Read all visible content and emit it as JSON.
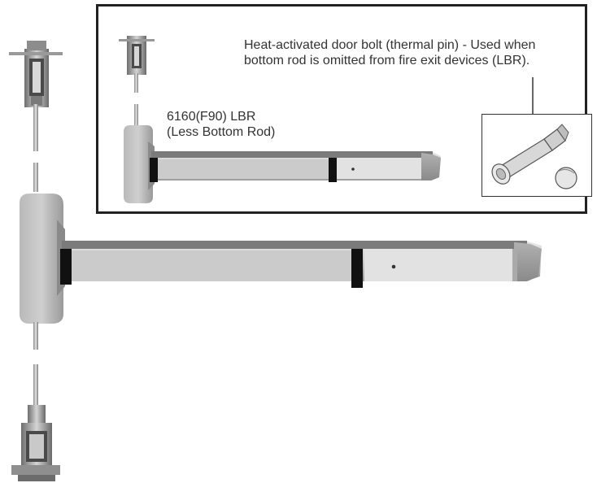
{
  "inset": {
    "thermal_pin_caption_line1": "Heat-activated door bolt (thermal pin) - Used when",
    "thermal_pin_caption_line2": "bottom rod is omitted from fire exit devices (LBR).",
    "model_line1": "6160(F90) LBR",
    "model_line2": "(Less Bottom Rod)"
  },
  "colors": {
    "frame": "#222222",
    "bar_silver": "#c9c9c9",
    "end_cap_gray": "#9a9a9a",
    "black_trim": "#111111"
  },
  "icons": {
    "top_latch": "top-latch-icon",
    "bottom_latch": "bottom-latch-icon",
    "thermal_pin": "thermal-pin-icon",
    "pin_cap": "pin-cap-icon"
  }
}
